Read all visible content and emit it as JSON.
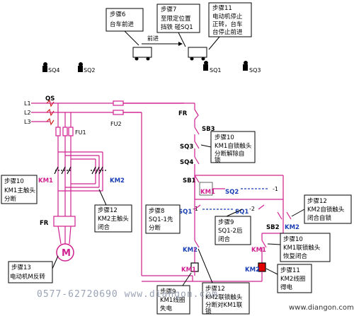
{
  "callouts": {
    "step6": {
      "title": "步骤6",
      "lines": [
        "台车前进"
      ]
    },
    "step7": {
      "title": "步骤7",
      "lines": [
        "至限定位置",
        "挡铁 碰SQ1"
      ]
    },
    "step11_top": {
      "title": "步骤11",
      "lines": [
        "电动机停止",
        "正转，台车",
        "台停止前进"
      ]
    },
    "step10_left": {
      "title": "步骤10",
      "lines": [
        "KM1主触头",
        "分断"
      ]
    },
    "step10_mid": {
      "title": "步骤10",
      "lines": [
        "KM1自锁触头",
        "分断解除自",
        "锁"
      ]
    },
    "step12_main": {
      "title": "步骤12",
      "lines": [
        "KM2主触头",
        "闭合"
      ]
    },
    "step8": {
      "title": "步骤8",
      "lines": [
        "SQ1-1先",
        "分断"
      ]
    },
    "step9_sq": {
      "title": "步骤9",
      "lines": [
        "SQ1-2后",
        "闭合"
      ]
    },
    "step12_self": {
      "title": "步骤12",
      "lines": [
        "KM2自锁触头",
        "闭合自锁"
      ]
    },
    "step10_interlock": {
      "title": "步骤10",
      "lines": [
        "KM1联锁触头",
        "恢复闭合"
      ]
    },
    "step11_coil": {
      "title": "步骤11",
      "lines": [
        "KM2线圈",
        "得电"
      ]
    },
    "step13": {
      "title": "步骤13",
      "lines": [
        "电动机M反转"
      ]
    },
    "step9_coil": {
      "title": "步骤9",
      "lines": [
        "KM1线圈",
        "失电"
      ]
    },
    "step12_interlock": {
      "title": "步骤12",
      "lines": [
        "KM2联锁触头",
        "分断对KM1联",
        "锁"
      ]
    }
  },
  "labels": {
    "forward": "前进",
    "sq1": "SQ1",
    "sq2": "SQ2",
    "sq3": "SQ3",
    "sq4": "SQ4",
    "l1": "L1",
    "l2": "L2",
    "l3": "L3",
    "qs": "QS",
    "fu1": "FU1",
    "fu2": "FU2",
    "fr_power": "FR",
    "fr_ctrl": "FR",
    "sb3": "SB3",
    "sb1": "SB1",
    "sb2": "SB2",
    "sq_ctrl3": "SQ3",
    "sq_ctrl4": "SQ4",
    "km1_power": "KM1",
    "km2_power": "KM2",
    "km1_contact": "KM1",
    "sq2_1": "SQ2",
    "sq2_1_sub": "-1",
    "sq1_1": "SQ1",
    "sq1_1_sub": "-1",
    "sq1_2": "SQ1",
    "sq1_2_sub": "-2",
    "km2_contact": "KM2",
    "km2_interlock": "KM2",
    "km1_interlock": "KM1",
    "km1_coil": "KM1",
    "km2_coil": "KM2",
    "motor": "M"
  },
  "watermark": "0577-62720690  www.diangon.com",
  "site": "www.diangon.com",
  "colors": {
    "power": "#d02090",
    "control": "#d02090",
    "blue_label": "#1a3fb5",
    "coil_on": "#e00000"
  }
}
